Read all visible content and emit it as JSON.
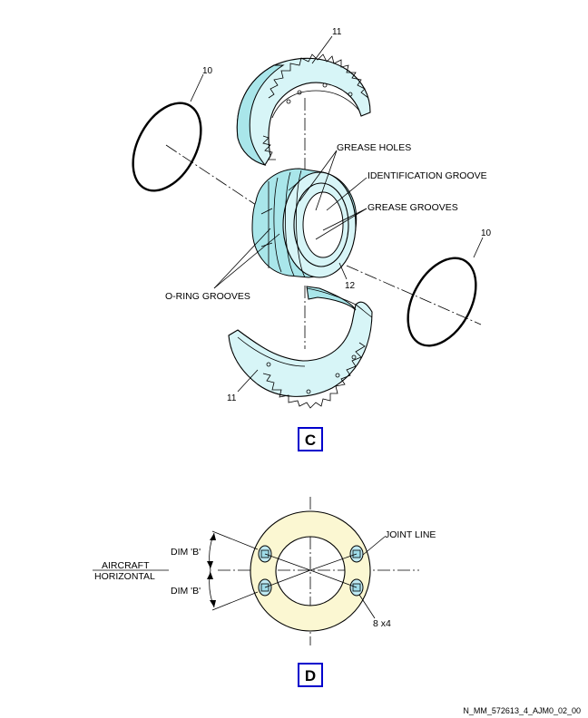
{
  "callouts": {
    "o_ring_upper": "10",
    "o_ring_lower": "10",
    "segment_upper": "11",
    "segment_lower": "11",
    "bearing": "12"
  },
  "labels": {
    "grease_holes": "GREASE HOLES",
    "identification_groove": "IDENTIFICATION GROOVE",
    "grease_grooves": "GREASE GROOVES",
    "o_ring_grooves": "O-RING GROOVES",
    "joint_line": "JOINT LINE",
    "dim_b_upper": "DIM 'B'",
    "dim_b_lower": "DIM 'B'",
    "aircraft": "AIRCRAFT",
    "horizontal": "HORIZONTAL",
    "bolt_qty": "8 x4"
  },
  "views": {
    "view_c": "C",
    "view_d": "D"
  },
  "footer": {
    "figure_id": "N_MM_572613_4_AJM0_02_00"
  },
  "colors": {
    "part_fill": "#d7f5f7",
    "ring_fill": "#fbf7d2",
    "view_box_border": "#0000cc"
  }
}
